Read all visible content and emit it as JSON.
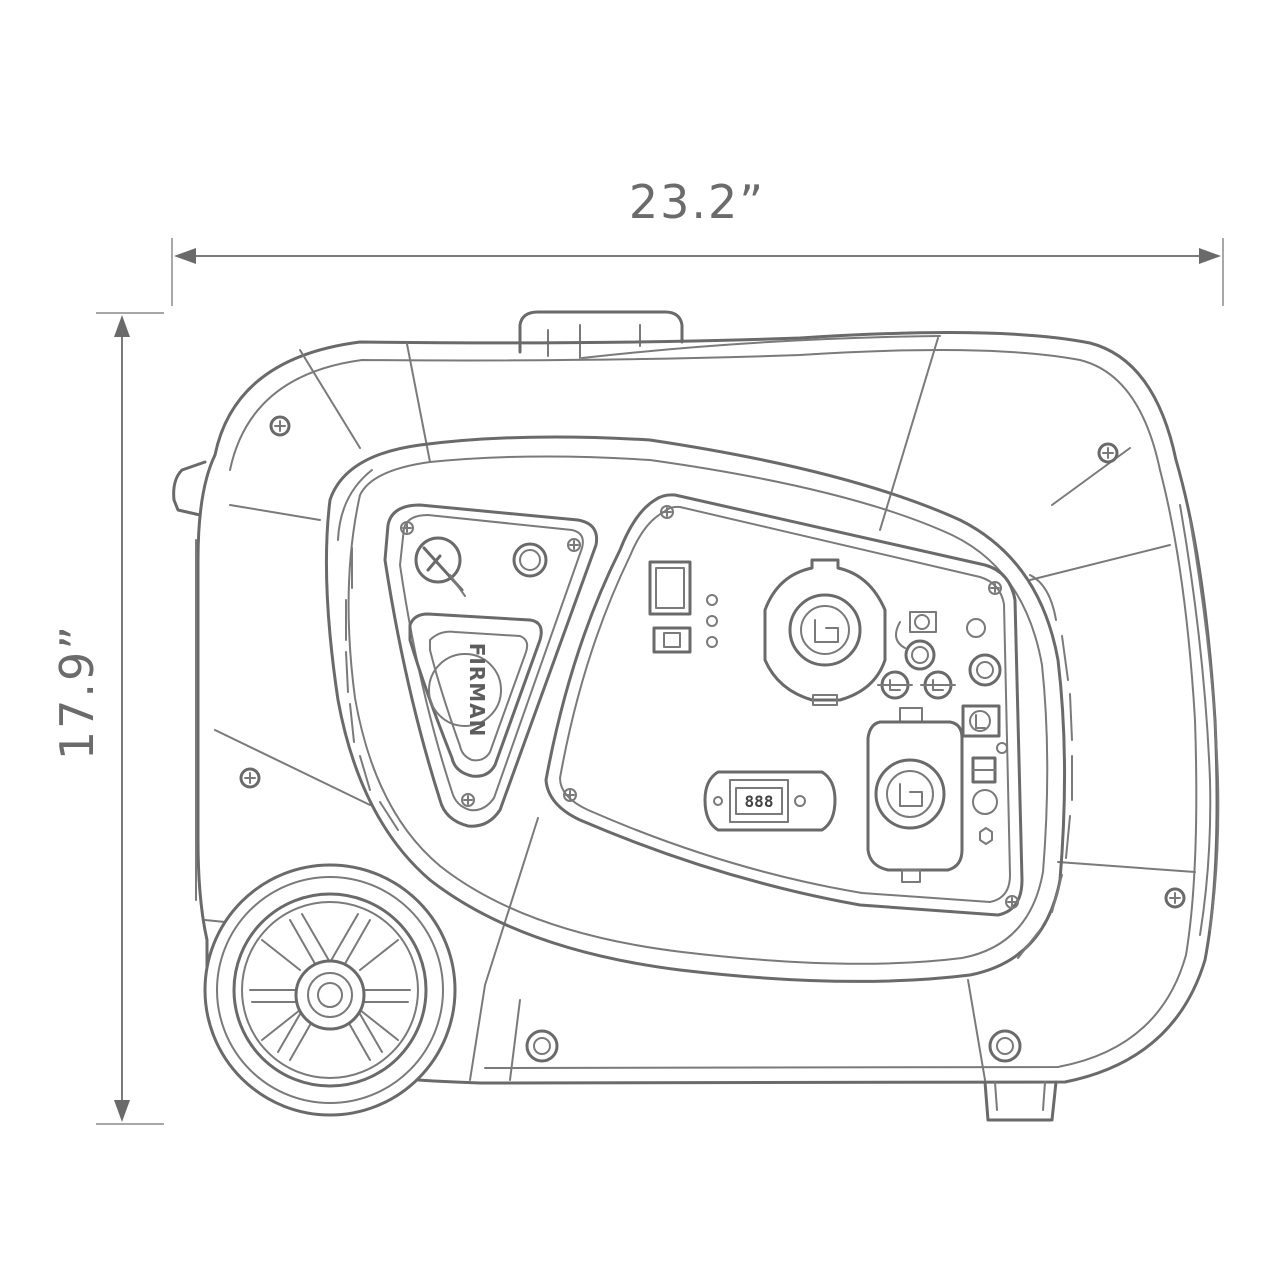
{
  "dimensions": {
    "width_label": "23.2”",
    "height_label": "17.9”"
  },
  "product": {
    "brand_logo": "FIRMAN",
    "meter_display": "888"
  },
  "colors": {
    "line": "#6a6a6a",
    "text": "#6b6b6b",
    "background": "#ffffff"
  }
}
